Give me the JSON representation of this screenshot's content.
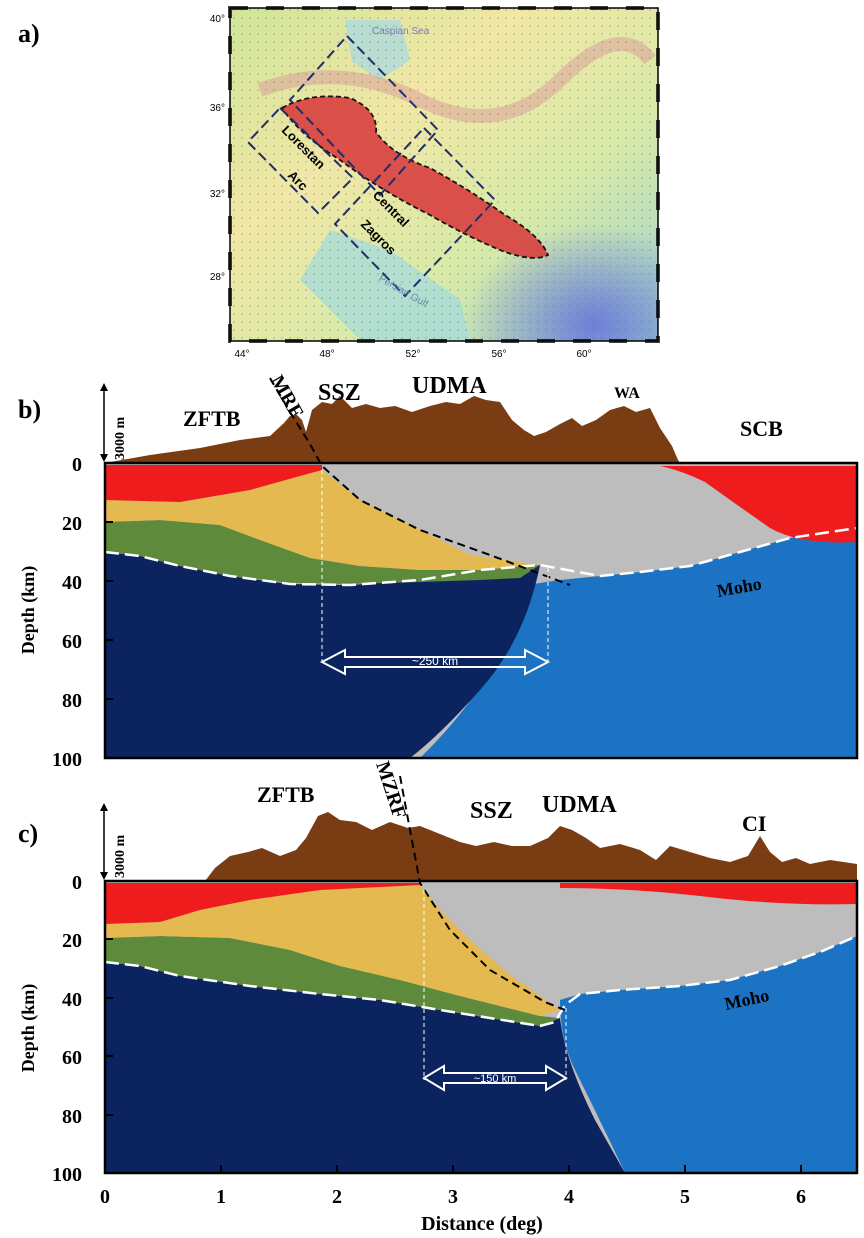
{
  "panels": {
    "a": {
      "label": "a)",
      "lat_ticks": [
        "40°",
        "36°",
        "32°",
        "28°"
      ],
      "lon_ticks": [
        "44°",
        "48°",
        "52°",
        "56°",
        "60°"
      ],
      "places": {
        "caspian": "Caspian Sea",
        "gulf": "Persian Gulf",
        "lorestan1": "Lorestan",
        "lorestan2": "Arc",
        "central1": "Central",
        "central2": "Zagros"
      }
    },
    "b": {
      "label": "b)",
      "scale": "3000 m",
      "zones": {
        "zftb": "ZFTB",
        "mrf": "MRF",
        "ssz": "SSZ",
        "udma": "UDMA",
        "wa": "WA",
        "scb": "SCB"
      },
      "moho": "Moho",
      "width_label": "~250 km",
      "ylabel": "Depth (km)",
      "yticks": [
        "0",
        "20",
        "40",
        "60",
        "80",
        "100"
      ]
    },
    "c": {
      "label": "c)",
      "scale": "3000 m",
      "zones": {
        "zftb": "ZFTB",
        "mzrf": "MZRF",
        "ssz": "SSZ",
        "udma": "UDMA",
        "ci": "CI"
      },
      "moho": "Moho",
      "width_label": "~150 km",
      "ylabel": "Depth (km)",
      "yticks": [
        "0",
        "20",
        "40",
        "60",
        "80",
        "100"
      ],
      "xticks": [
        "0",
        "1",
        "2",
        "3",
        "4",
        "5",
        "6"
      ],
      "xlabel": "Distance (deg)"
    }
  },
  "colors": {
    "topo": "#7a3c12",
    "upper_crust": "#ee1c1c",
    "middle_crust": "#e4b950",
    "lower_crust": "#5e8a3c",
    "arabian_mantle": "#0b2460",
    "iranian_mantle": "#1c73c4",
    "iranian_crust": "#bdbdbd"
  }
}
